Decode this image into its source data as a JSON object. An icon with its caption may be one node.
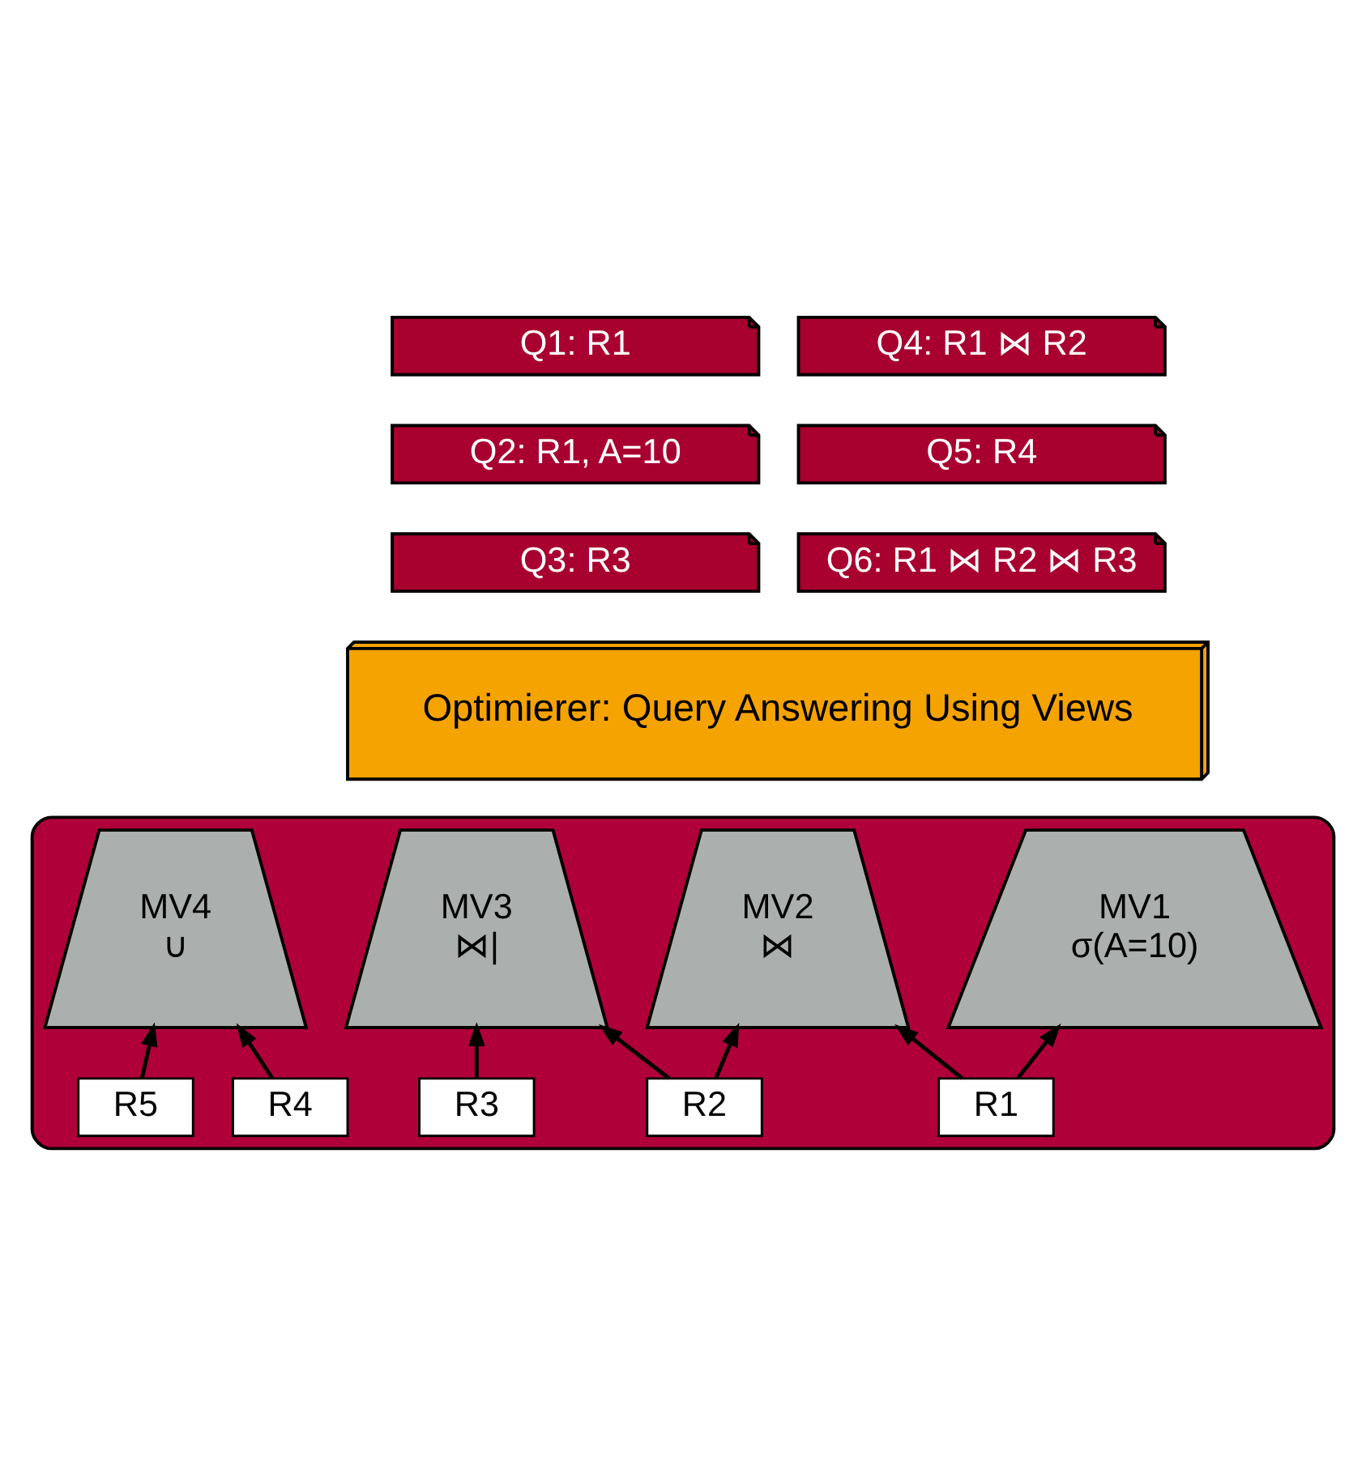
{
  "diagram": {
    "nodes": [
      {
        "text": [
          "Q1: R1"
        ]
      },
      {
        "text": [
          "Q2: R1, A=10"
        ]
      },
      {
        "text": [
          "Q3: R3"
        ]
      },
      {
        "text": [
          "Q4: R1 ⋈ R2"
        ]
      },
      {
        "text": [
          "Q5: R4"
        ]
      },
      {
        "text": [
          "Q6: R1 ⋈ R2 ⋈ R3"
        ]
      },
      {
        "text": [
          "Optimierer: Query Answering Using Views"
        ]
      },
      {
        "text": [],
        "shape": "cylinder"
      },
      {
        "text": [
          "MV1",
          "σ(A=10)"
        ],
        "in": 7
      },
      {
        "text": [
          "MV2",
          "⋈"
        ],
        "in": 7
      },
      {
        "text": [
          "MV3",
          "⋈|"
        ],
        "in": 7
      },
      {
        "text": [
          "MV4",
          "∪"
        ],
        "in": 7
      },
      {
        "text": [
          "R1"
        ],
        "in": 7
      },
      {
        "text": [
          "R2"
        ],
        "in": 7
      },
      {
        "text": [
          "R3"
        ],
        "in": 7
      },
      {
        "text": [
          "R4"
        ],
        "in": 7
      },
      {
        "text": [
          "R5"
        ],
        "in": 7
      }
    ],
    "edges": [
      {
        "from": 12,
        "to": 8,
        "arrow": "to"
      },
      {
        "from": 12,
        "to": 9,
        "arrow": "to"
      },
      {
        "from": 13,
        "to": 9,
        "arrow": "to"
      },
      {
        "from": 13,
        "to": 10,
        "arrow": "to"
      },
      {
        "from": 14,
        "to": 10,
        "arrow": "to"
      },
      {
        "from": 15,
        "to": 11,
        "arrow": "to"
      },
      {
        "from": 16,
        "to": 11,
        "arrow": "to"
      }
    ]
  }
}
